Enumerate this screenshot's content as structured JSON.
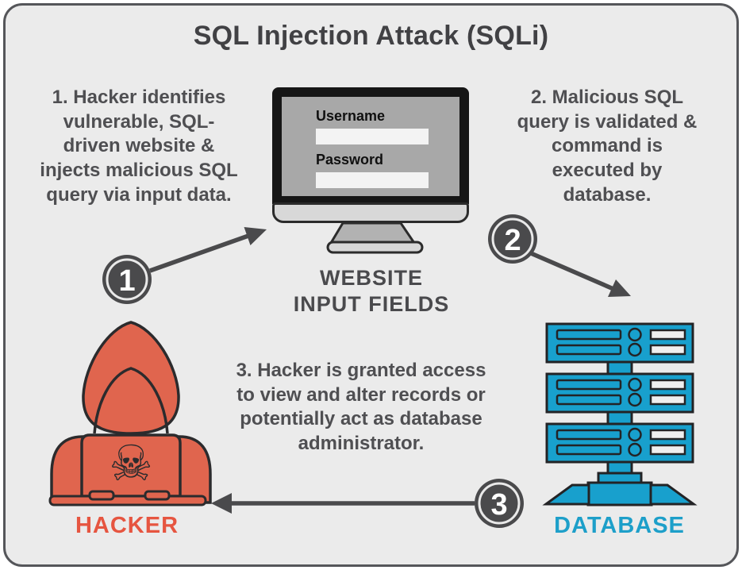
{
  "title": "SQL Injection Attack (SQLi)",
  "steps": [
    {
      "number": "1",
      "text": "1. Hacker identifies\nvulnerable, SQL-\ndriven website &\ninjects malicious SQL\nquery via input data."
    },
    {
      "number": "2",
      "text": "2. Malicious SQL\nquery is validated &\ncommand is\nexecuted by\ndatabase."
    },
    {
      "number": "3",
      "text": "3. Hacker is granted access\nto view and alter records or\npotentially act as database\nadministrator."
    }
  ],
  "website": {
    "label": "WEBSITE\nINPUT FIELDS",
    "username_label": "Username",
    "username_value": "",
    "password_label": "Password",
    "password_value": ""
  },
  "hacker": {
    "label": "HACKER",
    "skull_glyph": "☠"
  },
  "database": {
    "label": "DATABASE"
  },
  "colors": {
    "background": "#ebebeb",
    "border": "#55565a",
    "dark_text": "#4f4f52",
    "arrow_dark": "#4a4a4c",
    "hacker_red": "#e0654e",
    "hacker_label_red": "#e65540",
    "database_cyan": "#18a0cd",
    "database_label_cyan": "#1d9fc9"
  }
}
